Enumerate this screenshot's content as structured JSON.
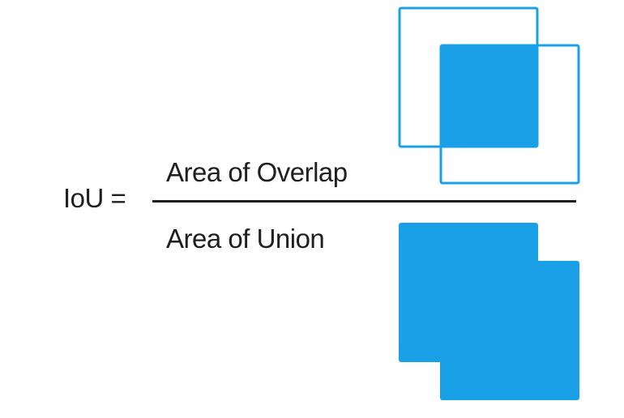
{
  "equation": {
    "lhs": "IoU =",
    "numerator": "Area of Overlap",
    "denominator": "Area of Union"
  },
  "colors": {
    "accent": "#1aa0e6",
    "text": "#1f1f1f",
    "background": "#ffffff"
  }
}
